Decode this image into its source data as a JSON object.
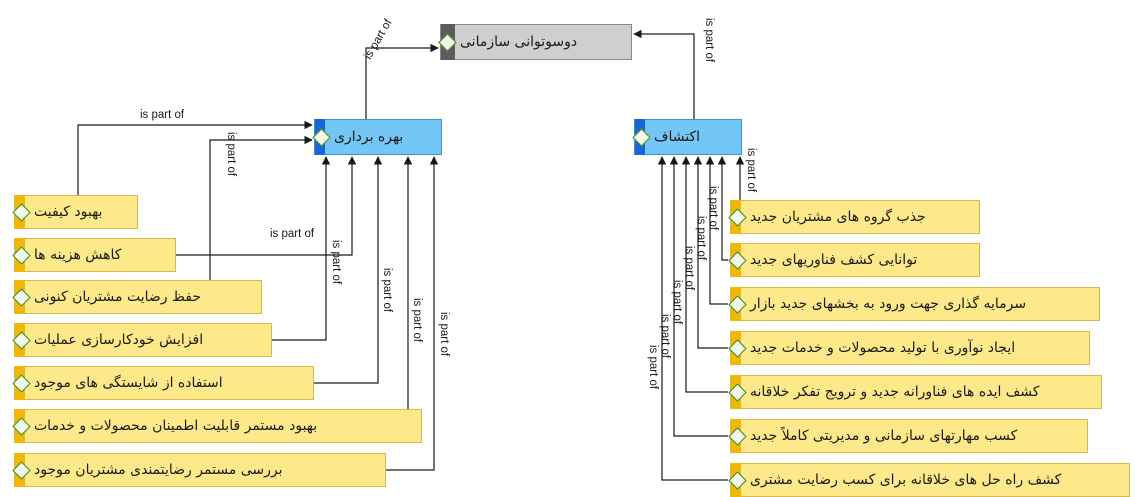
{
  "root": {
    "label": "دوسوتوانی سازمانی"
  },
  "exploitation": {
    "label": "بهره برداری"
  },
  "exploration": {
    "label": "اکتشاف"
  },
  "relation_label": "is part of",
  "exploitation_children": [
    "بهبود کیفیت",
    "کاهش هزینه ها",
    "حفظ رضایت مشتریان کنونی",
    "افزایش خودکارسازی عملیات",
    "استفاده از شایستگی های موجود",
    "بهبود مستمر قابلیت اطمینان محصولات و خدمات",
    "بررسی مستمر رضایتمندی مشتریان موجود"
  ],
  "exploration_children": [
    "جذب گروه های مشتریان جدید",
    "توانایی کشف فناوریهای جدید",
    "سرمایه گذاری جهت ورود به بخشهای جدید بازار",
    "ایجاد نوآوری با تولید محصولات و خدمات جدید",
    "کشف ایده های فناورانه جدید و ترویج تفکر خلاقانه",
    "کسب مهارتهای سازمانی و مدیریتی کاملاً جدید",
    "کشف راه حل های خلاقانه برای کسب رضایت مشتری"
  ],
  "colors": {
    "leaf_fill": "#fde98a",
    "leaf_bar": "#f2b705",
    "function_fill": "#74c6f7",
    "function_bar": "#1b63d6",
    "root_fill": "#cfcfcf",
    "root_bar": "#5c5c5c",
    "connector": "#1a1a1a",
    "diamond_icon": "#3a8a1a"
  }
}
